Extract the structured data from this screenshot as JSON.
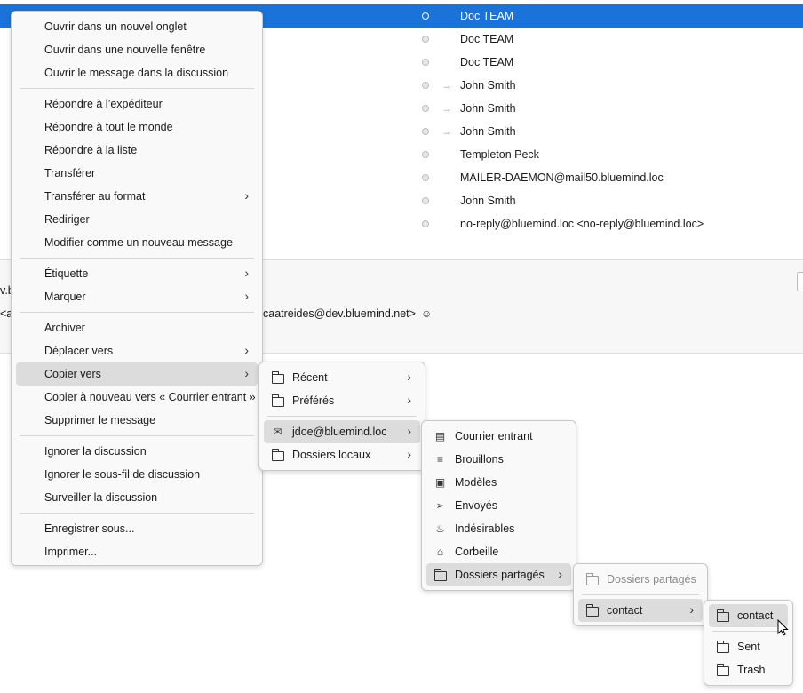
{
  "messages": [
    {
      "sender": "Doc TEAM",
      "selected": true,
      "replied": false
    },
    {
      "sender": "Doc TEAM",
      "replied": false
    },
    {
      "sender": "Doc TEAM",
      "replied": false
    },
    {
      "sender": "John Smith",
      "replied": true
    },
    {
      "sender": "John Smith",
      "replied": true
    },
    {
      "sender": "John Smith",
      "replied": true
    },
    {
      "sender": "Templeton Peck",
      "replied": false
    },
    {
      "sender": "MAILER-DAEMON@mail50.bluemind.loc",
      "replied": false
    },
    {
      "sender": "John Smith",
      "replied": false
    },
    {
      "sender": "no-reply@bluemind.loc <no-reply@bluemind.loc>",
      "replied": false
    }
  ],
  "header": {
    "frag1": "v.b",
    "frag2": "<a",
    "email": "caatreides@dev.bluemind.net>"
  },
  "context_menu": {
    "open_new_tab": "Ouvrir dans un nouvel onglet",
    "open_new_window": "Ouvrir dans une nouvelle fenêtre",
    "open_in_thread": "Ouvrir le message dans la discussion",
    "reply_sender": "Répondre à l’expéditeur",
    "reply_all": "Répondre à tout le monde",
    "reply_list": "Répondre à la liste",
    "forward": "Transférer",
    "forward_as": "Transférer au format",
    "redirect": "Rediriger",
    "edit_as_new": "Modifier comme un nouveau message",
    "tag": "Étiquette",
    "mark": "Marquer",
    "archive": "Archiver",
    "move_to": "Déplacer vers",
    "copy_to": "Copier vers",
    "copy_again": "Copier à nouveau vers « Courrier entrant »",
    "delete": "Supprimer le message",
    "ignore_thread": "Ignorer la discussion",
    "ignore_subthread": "Ignorer le sous-fil de discussion",
    "watch_thread": "Surveiller la discussion",
    "save_as": "Enregistrer sous...",
    "print": "Imprimer..."
  },
  "copy_submenu": {
    "recent": "Récent",
    "favorites": "Préférés",
    "account": "jdoe@bluemind.loc",
    "local": "Dossiers locaux"
  },
  "account_submenu": {
    "inbox": "Courrier entrant",
    "drafts": "Brouillons",
    "templates": "Modèles",
    "sent": "Envoyés",
    "junk": "Indésirables",
    "trash": "Corbeille",
    "shared": "Dossiers partagés"
  },
  "shared_submenu": {
    "self": "Dossiers partagés",
    "contact": "contact"
  },
  "contact_submenu": {
    "self": "contact",
    "sent": "Sent",
    "trash": "Trash"
  }
}
